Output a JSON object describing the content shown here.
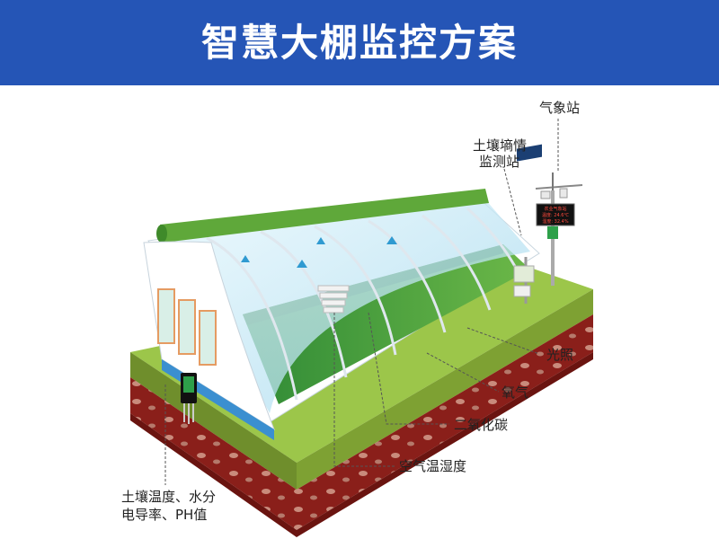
{
  "header": {
    "title": "智慧大棚监控方案",
    "background_color": "#2555b6",
    "text_color": "#ffffff"
  },
  "labels": {
    "weather_station": "气象站",
    "soil_station_line1": "土壤墒情",
    "soil_station_line2": "监测站",
    "light": "光照",
    "oxygen": "氧气",
    "co2": "二氧化碳",
    "air_temp_humidity": "空气温湿度",
    "soil_sensor_line1": "土壤温度、水分",
    "soil_sensor_line2": "电导率、PH值"
  },
  "display_screen": {
    "line1": "农业气象站",
    "line2": "温度: 24.6℃",
    "line3": "湿度: 32.4%"
  },
  "colors": {
    "grass": "#8dbb3a",
    "soil": "#8a1f1a",
    "glass": "#bfe6f5",
    "crops": "#3f9a3a"
  }
}
